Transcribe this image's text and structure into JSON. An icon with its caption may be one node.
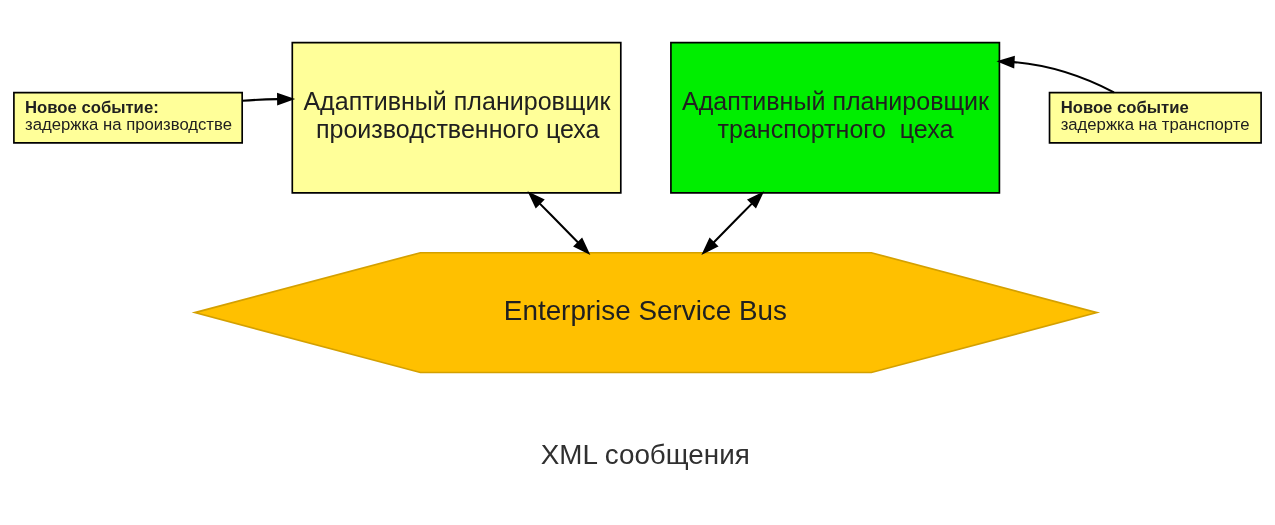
{
  "diagram": {
    "nodes": [
      {
        "text": [
          "Новое событие:",
          "задержка на производстве"
        ]
      },
      {
        "text": [
          "Адаптивный планировщик производственного цеха"
        ]
      },
      {
        "text": [
          "Адаптивный планировщик транспортного  цеха"
        ]
      },
      {
        "text": [
          "Новое событие",
          "задержка на транспорте"
        ]
      },
      {
        "text": [
          "Enterprise Service Bus"
        ]
      }
    ],
    "edges": [
      {
        "from": 0,
        "to": 1,
        "arrow": "to"
      },
      {
        "from": 3,
        "to": 2,
        "arrow": "to"
      },
      {
        "from": 1,
        "to": 4,
        "arrow": "both"
      },
      {
        "from": 2,
        "to": 4,
        "arrow": "both"
      }
    ],
    "labels": [
      "XML сообщения"
    ]
  }
}
